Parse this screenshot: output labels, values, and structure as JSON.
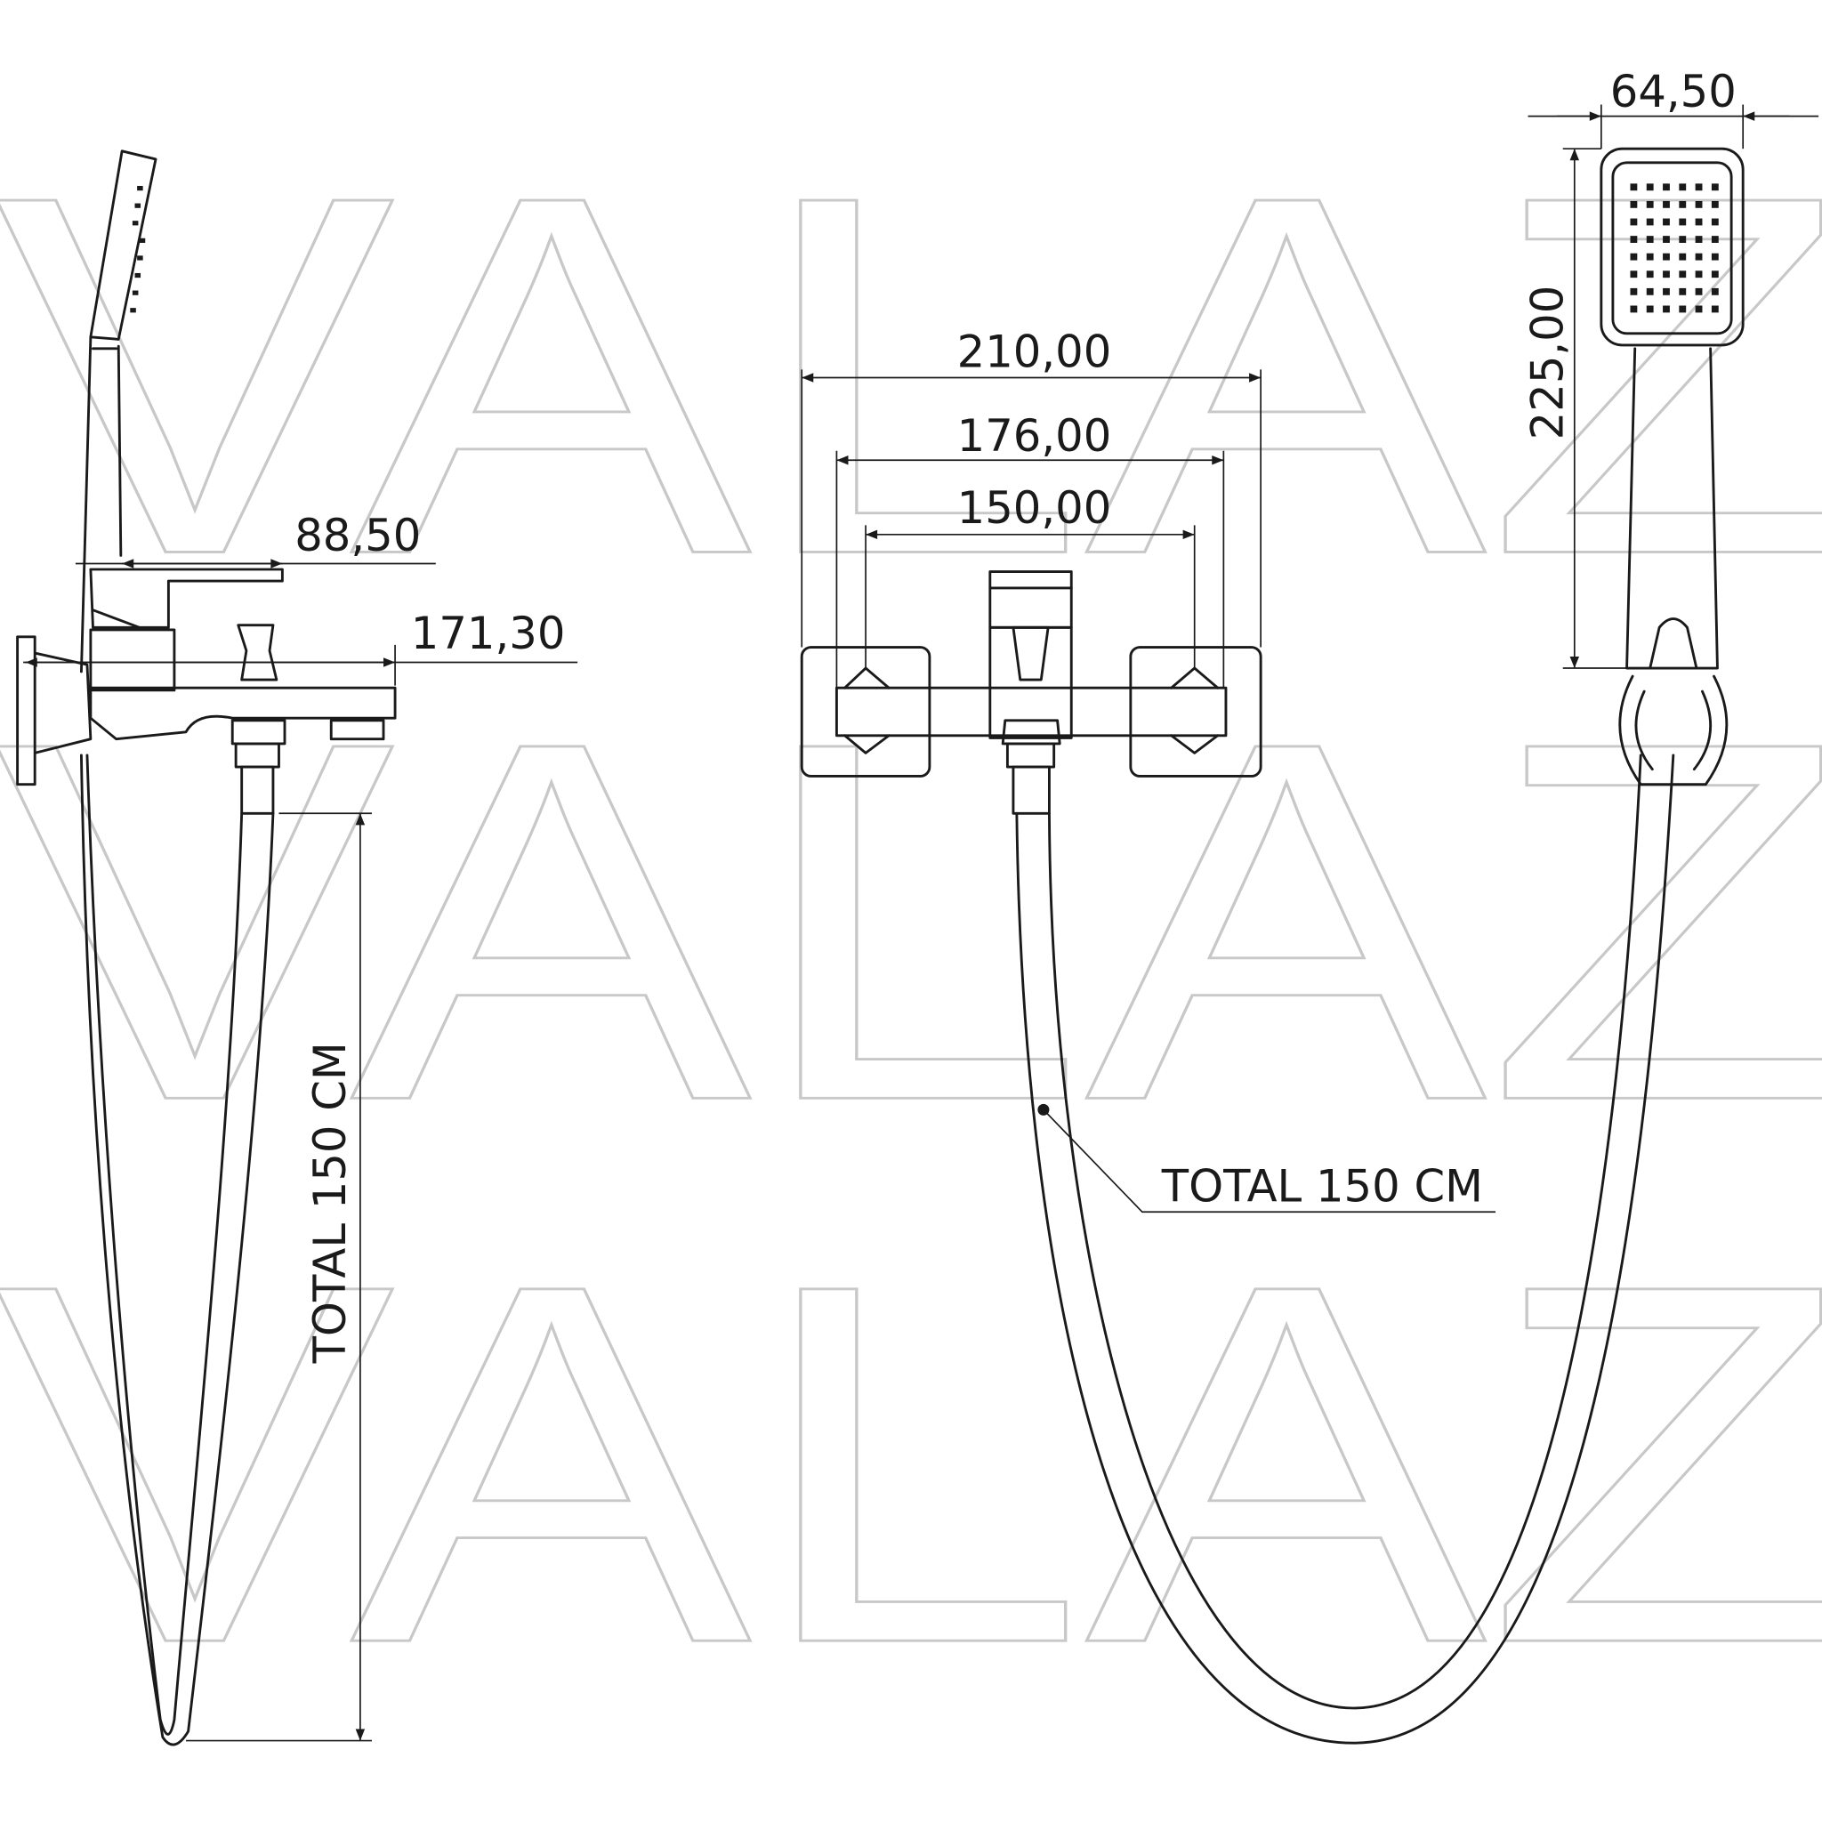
{
  "watermark": "VALAZ",
  "side_view": {
    "dim_lever": "88,50",
    "dim_projection": "171,30",
    "hose_length": "TOTAL 150 CM"
  },
  "front_view": {
    "dim_overall": "210,00",
    "dim_outer": "176,00",
    "dim_centers": "150,00",
    "hose_callout": "TOTAL 150 CM"
  },
  "hand_shower": {
    "dim_width": "64,50",
    "dim_length": "225,00"
  }
}
